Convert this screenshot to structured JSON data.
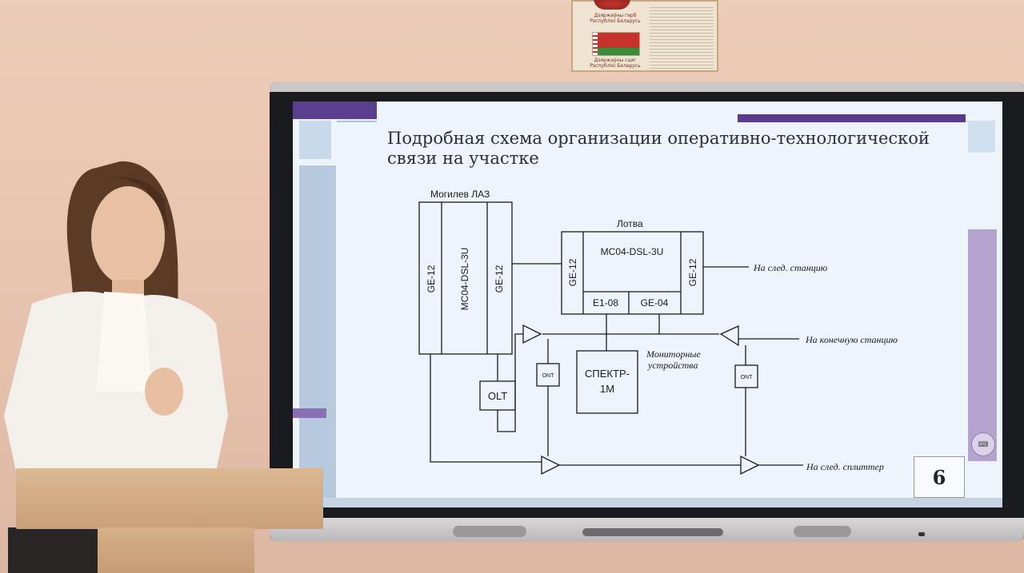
{
  "poster": {
    "caption_top": "Дзяржаўны герб Рэспублікі Беларусь",
    "caption_bottom": "Дзяржаўны сцяг Рэспублікі Беларусь"
  },
  "slide": {
    "title_line1": "Подробная схема организации оперативно-технологической",
    "title_line2": "связи на участке",
    "page_number": "6",
    "colors": {
      "accent_purple": "#5a3a8c",
      "background": "#eef4fb"
    },
    "diagram": {
      "station_left": "Могилев ЛАЗ",
      "left_block_1": "GE-12",
      "left_block_2": "МС04-DSL-3U",
      "left_block_3": "GE-12",
      "station_right": "Лотва",
      "right_left_block": "GE-12",
      "right_main_block": "МС04-DSL-3U",
      "right_right_block": "GE-12",
      "right_sub_1": "E1-08",
      "right_sub_2": "GE-04",
      "olt": "OLT",
      "ont_1": "ONT",
      "ont_2": "ONT",
      "spektr_line1": "СПЕКТР-",
      "spektr_line2": "1М",
      "monitor_line1": "Мониторные",
      "monitor_line2": "устройства",
      "label_next_station": "На след. станцию",
      "label_end_station": "На конечную станцию",
      "label_next_splitter": "На след. сплиттер"
    }
  }
}
